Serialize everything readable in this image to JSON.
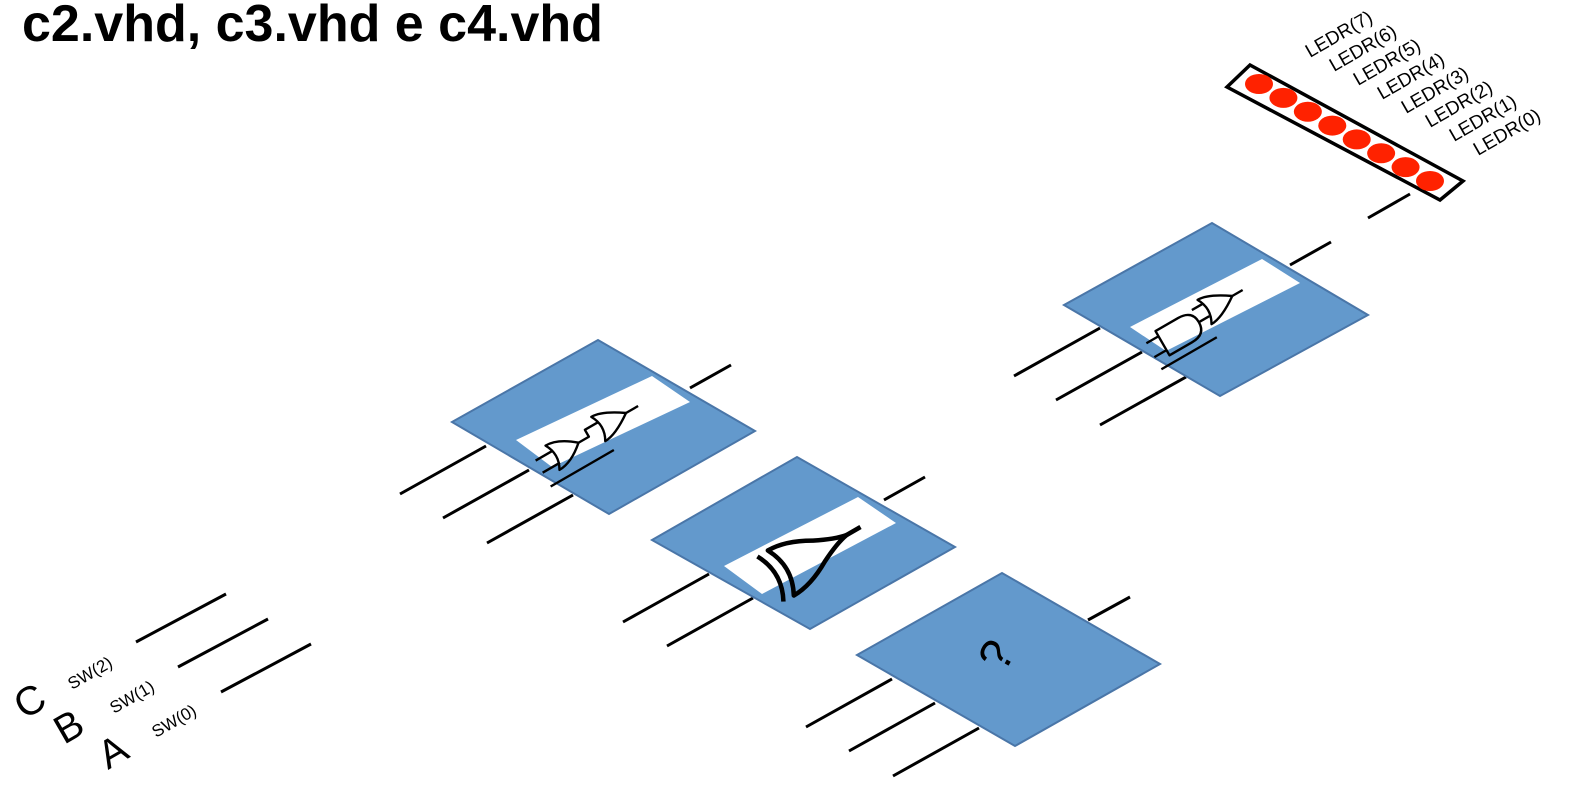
{
  "title": "c2.vhd, c3.vhd e c4.vhd",
  "leds": {
    "labels": [
      "LEDR(7)",
      "LEDR(6)",
      "LEDR(5)",
      "LEDR(4)",
      "LEDR(3)",
      "LEDR(2)",
      "LEDR(1)",
      "LEDR(0)"
    ],
    "color": "#ff2200"
  },
  "inputs": [
    {
      "letter": "C",
      "switch": "SW(2)"
    },
    {
      "letter": "B",
      "switch": "SW(1)"
    },
    {
      "letter": "A",
      "switch": "SW(0)"
    }
  ],
  "blocks": [
    {
      "name": "and-or-circuit",
      "symbol": "and-or-gate-icon"
    },
    {
      "name": "or-or-circuit",
      "symbol": "or-or-gate-icon"
    },
    {
      "name": "xor-circuit",
      "symbol": "xor-gate-icon"
    },
    {
      "name": "unknown-circuit",
      "symbol": "?"
    }
  ],
  "colors": {
    "block_fill": "#6399cc",
    "block_stroke": "#4a76a8"
  }
}
